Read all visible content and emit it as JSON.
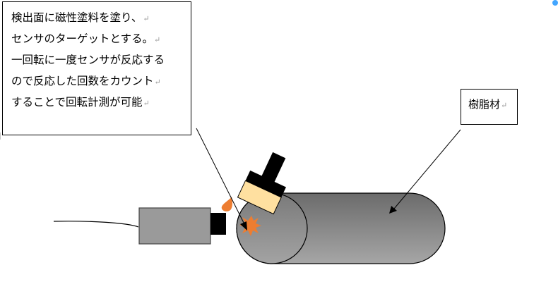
{
  "callout": {
    "lines": [
      "検出面に磁性塗料を塗り、",
      "センサのターゲットとする。",
      "一回転に一度センサが反応する",
      "ので反応した回数をカウント",
      "することで回転計測が可能"
    ],
    "returns": [
      "↵",
      "↵",
      "",
      "↵",
      "↵"
    ]
  },
  "material_label": {
    "text": "樹脂材",
    "return": "↵"
  },
  "colors": {
    "cylinder_light": "#a6a6a6",
    "cylinder_dark": "#6b6b6b",
    "sensor_body": "#9a9a9a",
    "sensor_head": "#000000",
    "brush_handle": "#000000",
    "brush_bristles": "#ffe0a0",
    "paint": "#ed7d31",
    "outline": "#000000"
  },
  "icons": {
    "paint_drop": "paint-drop-icon",
    "paint_splash": "paint-splash-icon",
    "paint_brush": "paint-brush-icon"
  }
}
